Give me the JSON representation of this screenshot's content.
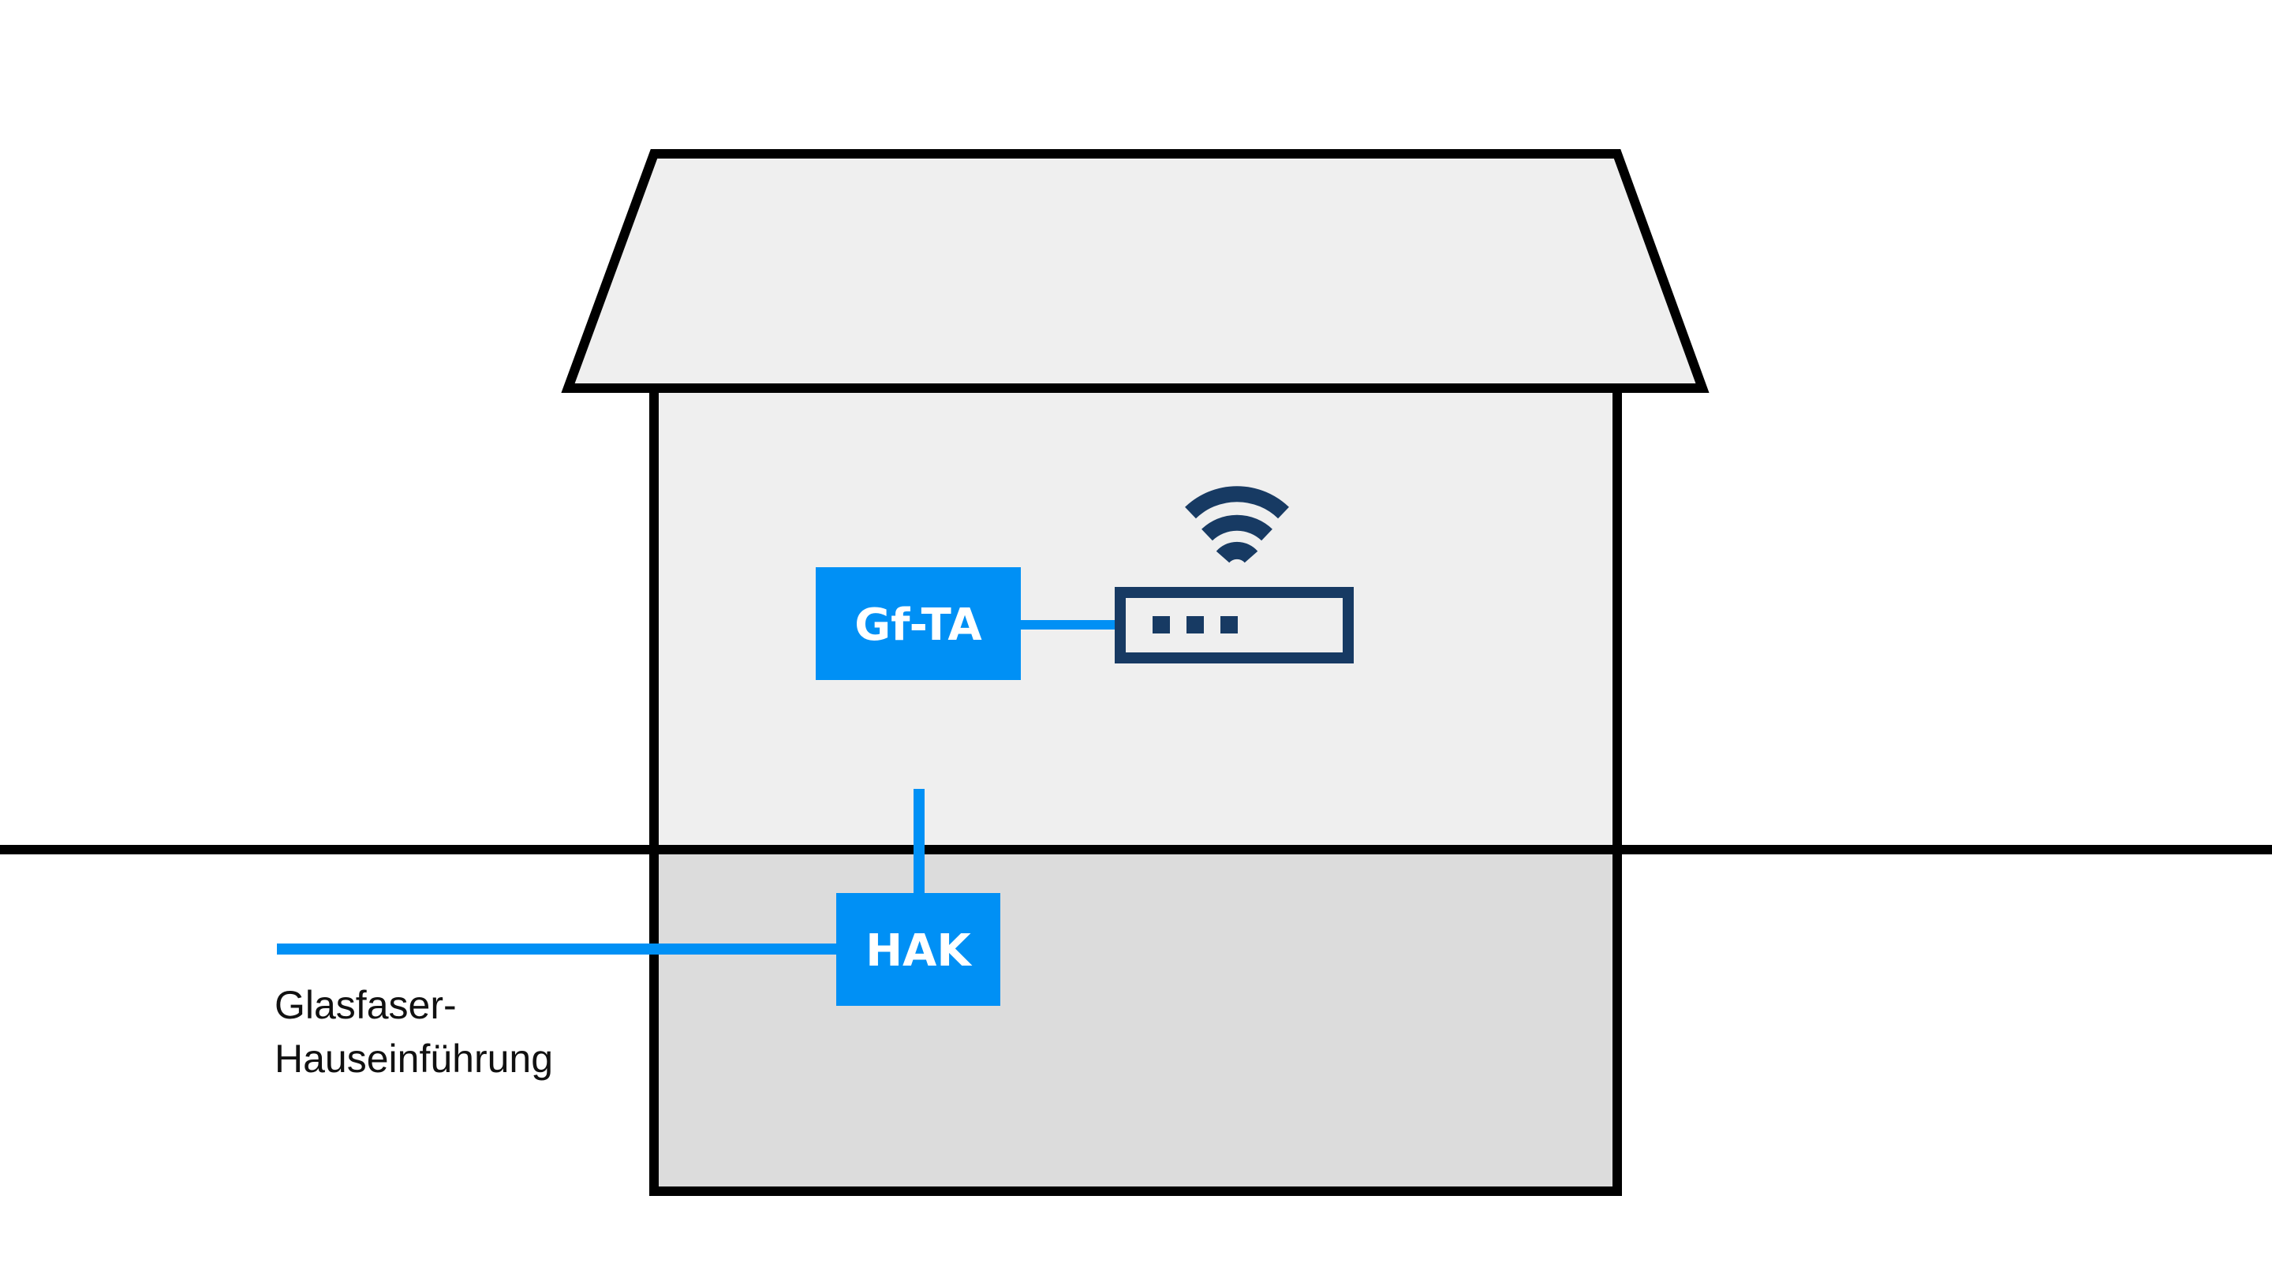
{
  "diagram": {
    "title": "Glasfaser-Hausanschluss Schema",
    "nodes": {
      "gfta": {
        "label": "Gf-TA"
      },
      "hak": {
        "label": "HAK"
      },
      "router": {
        "label": ""
      }
    },
    "caption": {
      "line1": "Glasfaser-",
      "line2": "Hauseinführung"
    },
    "edges": [
      {
        "from": "outside",
        "to": "hak"
      },
      {
        "from": "hak",
        "to": "gfta"
      },
      {
        "from": "gfta",
        "to": "router"
      }
    ]
  },
  "colors": {
    "fiber": "#0090f5",
    "router": "#173a63",
    "outline": "#000000",
    "house_fill": "#efefef",
    "basement_fill": "#dcdcdc"
  }
}
